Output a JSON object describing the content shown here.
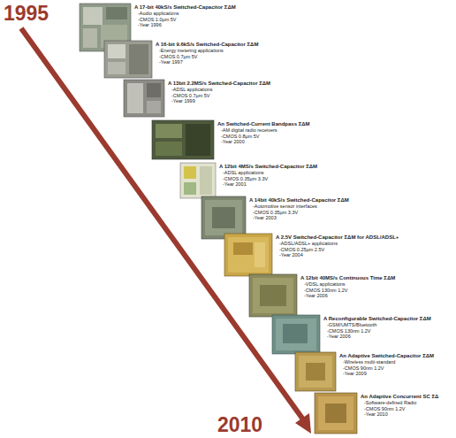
{
  "diagram": {
    "nodes": [
      {
        "text": [
          "A 17-bit 40kS/s Switched-Capacitor ΣΔM",
          "-Audio applications",
          "-CMOS 1.0µm 5V",
          "-Year 1996"
        ]
      },
      {
        "text": [
          "A 16-bit 9.6kS/s Switched-Capacitor ΣΔM",
          "-Energy metering applications",
          "-CMOS 0.7µm 5V",
          "-Year 1997"
        ]
      },
      {
        "text": [
          "A 13bit 2.2MS/s Switched-Capacitor ΣΔM",
          "-ADSL applications",
          "-CMOS 0.7µm 5V",
          "-Year 1999"
        ]
      },
      {
        "text": [
          "An Switched-Current Bandpass ΣΔM",
          "-AM digital radio receivers",
          "-CMOS 0.8µm 5V",
          "-Year 2000"
        ]
      },
      {
        "text": [
          "A 12bit 4MS/s Switched-Capacitor ΣΔM",
          "-ADSL applications",
          "-CMOS 0.35µm 3.3V",
          "-Year 2001"
        ]
      },
      {
        "text": [
          "A 14bit 40kS/s Switched-Capacitor ΣΔM",
          "-Automotive sensor interfaces",
          "-CMOS 0.35µm 3.3V",
          "-Year 2003"
        ]
      },
      {
        "text": [
          "A 2.5V Switched-Capacitor ΣΔM for ADSL/ADSL+",
          "-ADSL/ADSL+ applications",
          "-CMOS 0.25µm 2.5V",
          "-Year 2004"
        ]
      },
      {
        "text": [
          "A 12bit 40MS/s Continuous Time ΣΔM",
          "-VDSL applications",
          "-CMOS 130nm 1.2V",
          "-Year 2006"
        ]
      },
      {
        "text": [
          "A Reconfigurable Switched-Capacitor ΣΔM",
          "-GSM/UMTS/Bluetooth",
          "-CMOS 130nm 1.2V",
          "-Year 2006"
        ]
      },
      {
        "text": [
          "An Adaptive Switched-Capacitor ΣΔM",
          "-Wireless multi-standard",
          "-CMOS 90nm 1.2V",
          "-Year 2009"
        ]
      },
      {
        "text": [
          "An Adaptive Concurrent SC ΣΔ",
          "-Software-defined Radio",
          "-CMOS 90nm 1.2V",
          "-Year 2010"
        ]
      }
    ],
    "labels": [
      "1995",
      "2010"
    ]
  }
}
